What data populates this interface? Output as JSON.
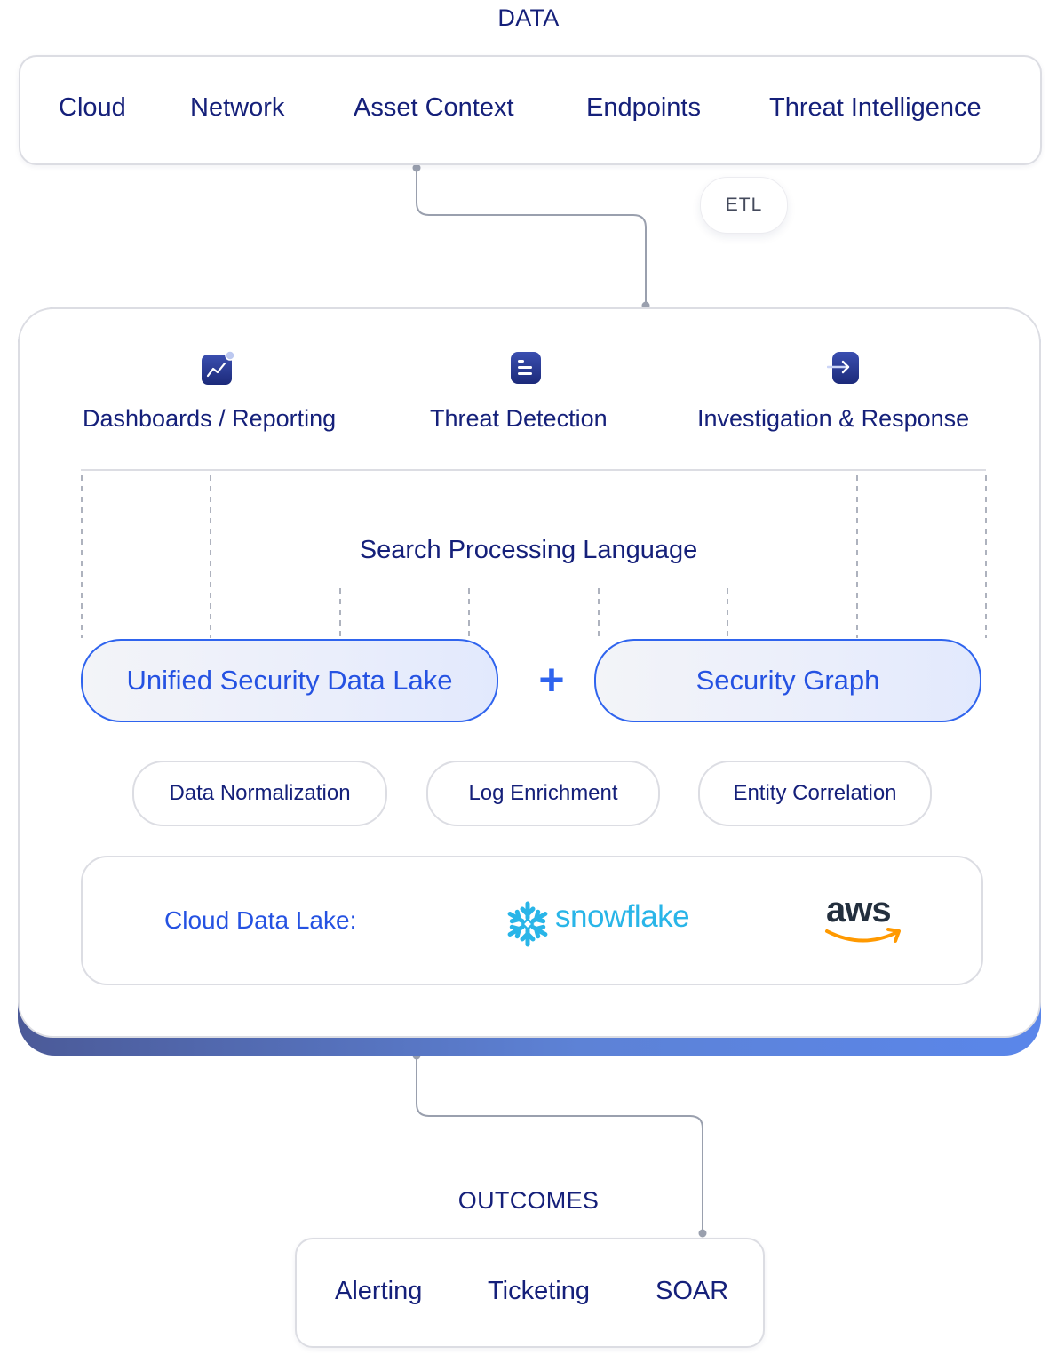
{
  "data_section": {
    "title": "DATA",
    "sources": [
      "Cloud",
      "Network",
      "Asset Context",
      "Endpoints",
      "Threat Intelligence"
    ]
  },
  "etl_label": "ETL",
  "platform": {
    "capabilities": [
      {
        "label": "Dashboards / Reporting",
        "icon": "chart-trend-icon"
      },
      {
        "label": "Threat Detection",
        "icon": "document-list-icon"
      },
      {
        "label": "Investigation & Response",
        "icon": "arrow-right-icon"
      }
    ],
    "query_language": "Search Processing Language",
    "core": {
      "left": "Unified Security Data Lake",
      "joiner": "+",
      "right": "Security Graph"
    },
    "processes": [
      "Data Normalization",
      "Log Enrichment",
      "Entity Correlation"
    ],
    "cloud_data_lake": {
      "label": "Cloud Data Lake:",
      "providers": [
        "snowflake",
        "aws"
      ]
    }
  },
  "outcomes_section": {
    "title": "OUTCOMES",
    "items": [
      "Alerting",
      "Ticketing",
      "SOAR"
    ]
  },
  "colors": {
    "navy_text": "#15207a",
    "accent_blue": "#2f64ee",
    "snowflake_blue": "#29b5e8",
    "aws_dark": "#232f3e",
    "aws_orange": "#ff9900",
    "border_gray": "#dcdde3"
  }
}
